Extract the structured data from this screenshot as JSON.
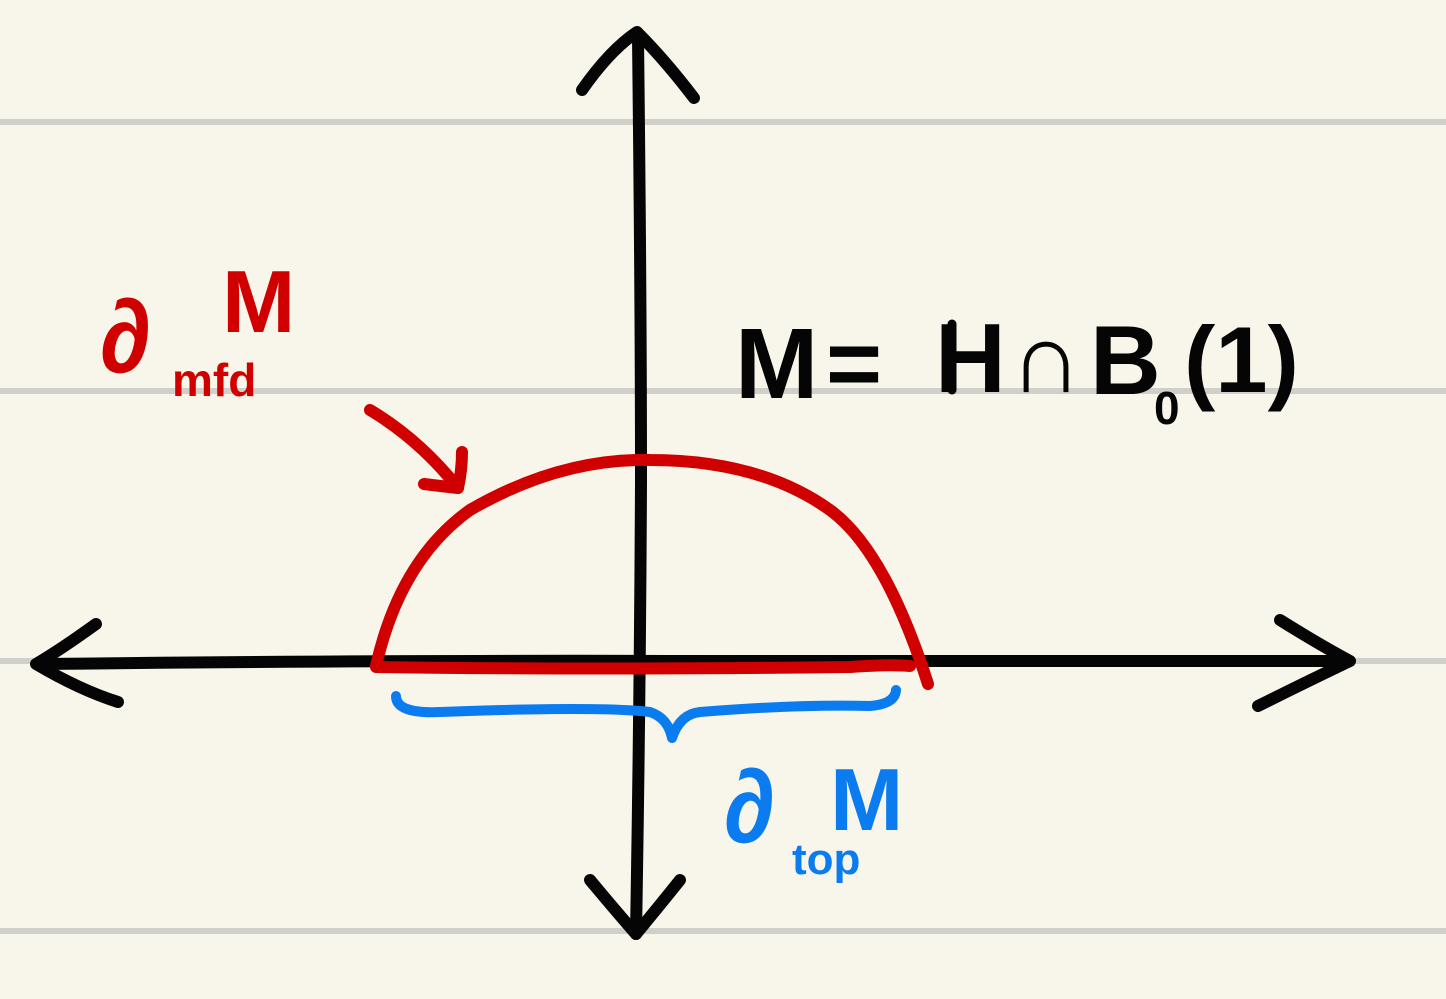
{
  "page": {
    "background": "#f8f6ea",
    "rule_color": "#d0cfca"
  },
  "colors": {
    "axes": "#050505",
    "manifold_boundary": "#d00000",
    "topological_boundary": "#0a7cf0"
  },
  "labels": {
    "definition": {
      "M": "M",
      "eq": "=",
      "H": "H",
      "cap": "∩",
      "B": "B",
      "sub0": "0",
      "arg": "(1)"
    },
    "manifold_boundary": {
      "partial": "∂",
      "sub": "mfd",
      "M": "M"
    },
    "topological_boundary": {
      "partial": "∂",
      "sub": "top",
      "M": "M"
    }
  }
}
